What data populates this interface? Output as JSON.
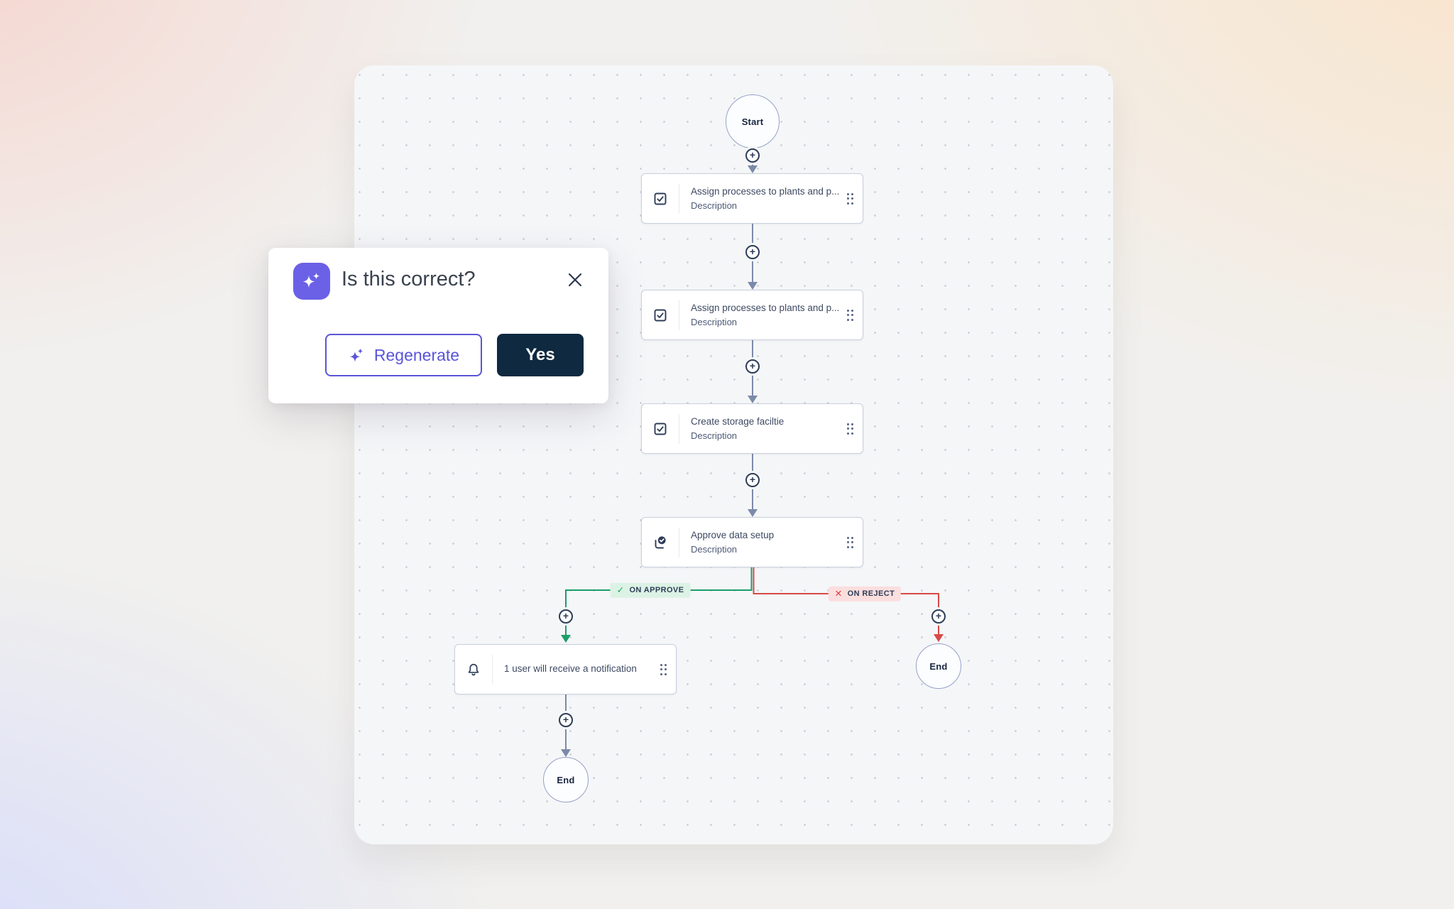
{
  "dialog": {
    "title": "Is this correct?",
    "regenerate_label": "Regenerate",
    "yes_label": "Yes",
    "accent_purple": "#6b61e6",
    "button_indigo": "#5a54d8",
    "button_navy": "#0e2940"
  },
  "flow": {
    "start_label": "Start",
    "end_left_label": "End",
    "end_right_label": "End",
    "nodes": [
      {
        "icon": "checkbox-icon",
        "title": "Assign processes to plants and p...",
        "description": "Description"
      },
      {
        "icon": "checkbox-icon",
        "title": "Assign processes to plants and p...",
        "description": "Description"
      },
      {
        "icon": "checkbox-icon",
        "title": "Create storage faciltie",
        "description": "Description"
      },
      {
        "icon": "approval-icon",
        "title": "Approve data setup",
        "description": "Description"
      },
      {
        "icon": "bell-icon",
        "title": "1 user will receive a notification"
      }
    ],
    "branches": {
      "approve": {
        "label": "ON APPROVE",
        "color": "#1b9e68",
        "pill_bg": "#dcf2e5"
      },
      "reject": {
        "label": "ON REJECT",
        "color": "#d84a48",
        "pill_bg": "#fbdede"
      }
    },
    "connector_color": "#7c8aa9",
    "node_icon_color": "#2e3d57"
  }
}
